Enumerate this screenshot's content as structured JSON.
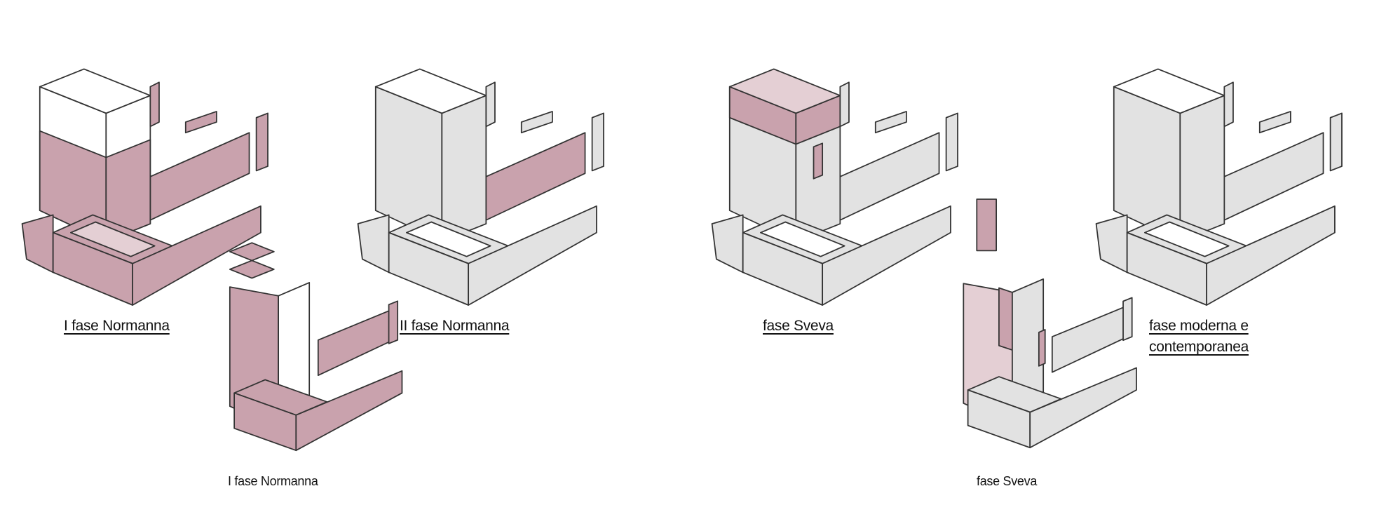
{
  "colors": {
    "phase_highlight": "#c9a2ad",
    "existing": "#e2e2e2",
    "outline": "#333333"
  },
  "diagrams": [
    {
      "label": "I fase Normanna"
    },
    {
      "label": "II fase Normanna"
    },
    {
      "label": "fase Sveva"
    },
    {
      "label_line1": "fase moderna e",
      "label_line2": "contemporanea"
    }
  ],
  "details": [
    {
      "caption": "I fase Normanna"
    },
    {
      "caption": "fase Sveva"
    }
  ]
}
